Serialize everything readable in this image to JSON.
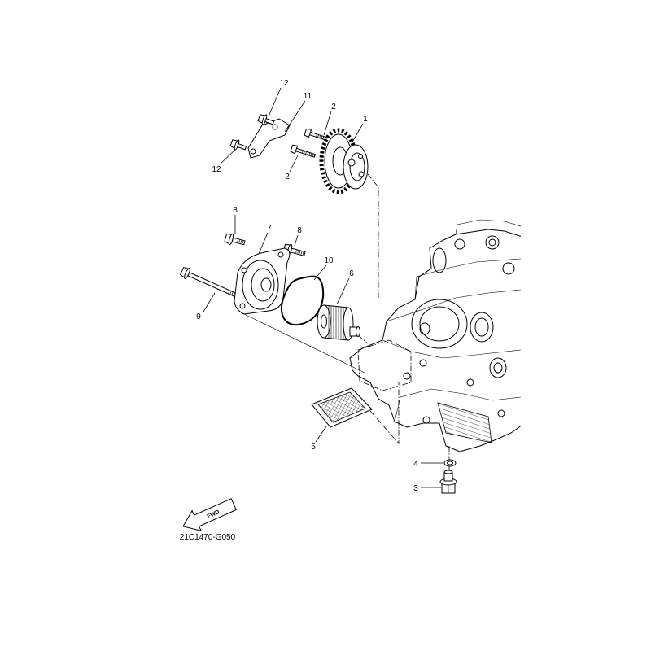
{
  "callouts": [
    "12",
    "11",
    "2",
    "1",
    "12",
    "2",
    "8",
    "7",
    "8",
    "10",
    "6",
    "9",
    "5",
    "4",
    "3"
  ],
  "fwd_label": "FWD",
  "diagram_code": "21C1470-G050"
}
